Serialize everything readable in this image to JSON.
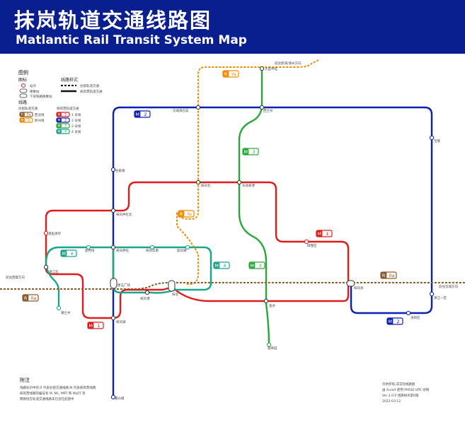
{
  "header": {
    "title_cn": "抹岚轨道交通线路图",
    "title_en": "Matlantic Rail Transit System Map"
  },
  "legend": {
    "title": "图例",
    "station_types_title": "图标",
    "station_types": [
      "站点",
      "换乘站",
      "下穿铁路换乘站"
    ],
    "line_style_title": "线路样式",
    "line_styles": [
      "驻留轨道交通",
      "抹岚营轨道交通"
    ],
    "lines_title": "线路",
    "group_a_title": "驻留轨道交通",
    "group_a": [
      {
        "badge": "R",
        "code": "0a",
        "name": "西沈线",
        "color": "#8a5a2b"
      },
      {
        "badge": "R",
        "code": "Ya",
        "name": "新州线",
        "color": "#f08a00"
      }
    ],
    "group_b_title": "抹岚营轨道交通",
    "group_b": [
      {
        "badge": "M",
        "code": "1",
        "name": "1 号线",
        "color": "#e01b1b"
      },
      {
        "badge": "M",
        "code": "2",
        "name": "2 号线",
        "color": "#0a1fb4"
      },
      {
        "badge": "M",
        "code": "3",
        "name": "3 号线",
        "color": "#2aa63a"
      },
      {
        "badge": "M",
        "code": "4",
        "name": "4 号线",
        "color": "#1aa58a"
      }
    ]
  },
  "line_badges": [
    {
      "badge": "M",
      "code": "2",
      "color": "#0a1fb4"
    },
    {
      "badge": "M",
      "code": "2",
      "color": "#0a1fb4"
    },
    {
      "badge": "M",
      "code": "3",
      "color": "#2aa63a"
    },
    {
      "badge": "M",
      "code": "3",
      "color": "#2aa63a"
    },
    {
      "badge": "M",
      "code": "1",
      "color": "#e01b1b"
    },
    {
      "badge": "M",
      "code": "1",
      "color": "#e01b1b"
    },
    {
      "badge": "M",
      "code": "4",
      "color": "#1aa58a"
    },
    {
      "badge": "M",
      "code": "4",
      "color": "#1aa58a"
    },
    {
      "badge": "R",
      "code": "Ya",
      "color": "#f08a00"
    },
    {
      "badge": "R",
      "code": "Ya",
      "color": "#f08a00"
    },
    {
      "badge": "R",
      "code": "0a",
      "color": "#8a5a2b"
    },
    {
      "badge": "R",
      "code": "0a",
      "color": "#8a5a2b"
    }
  ],
  "stations": [
    "大苔牛桂",
    "沦城清石岛",
    "西兰州",
    "至隆",
    "谷家驿",
    "抹凤北",
    "东翁翠港",
    "抹凤神社北",
    "浦鱼清岸",
    "碳隆区",
    "邵界街",
    "抹凤神社",
    "抹凤岛南",
    "韶凤驿",
    "清江北",
    "墨玉广场",
    "抹凤港",
    "抹女",
    "抹凤县",
    "金谷",
    "清江一区",
    "沐阳区",
    "蒲兰州",
    "抹凤湖",
    "霞翠园",
    "嘉山塘"
  ],
  "rail_terminal_labels": {
    "ya_top": "前往新城/清州方向",
    "oa_left": "前往西都方向",
    "oa_right": "前往坚城方向"
  },
  "notes": {
    "title": "附注",
    "lines": [
      "线路标识中的 R 代表驻留交通线路,M 代表抹岚营线路",
      "抹岚营线路的编号有 M, ML, MRT 和 MLRT 等",
      "两侧地方轨道交通线路未包含在此图中"
    ]
  },
  "credits": {
    "lines": [
      "仅供参照,非实际线路图",
      "由 Aurelt 使用 PARSE.UPE 绘制",
      "Ver 2.0.0  线路样式第6版",
      "2022-03-12"
    ]
  }
}
